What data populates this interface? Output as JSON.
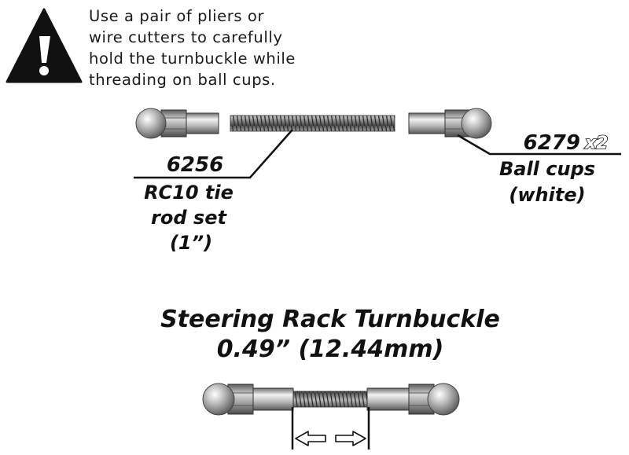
{
  "warning": {
    "icon": "warning-triangle-icon",
    "lines": [
      "Use a pair of pliers or",
      "wire cutters to carefully",
      "hold the turnbuckle while",
      "threading on ball cups."
    ]
  },
  "parts": {
    "tie_rod": {
      "number": "6256",
      "name_lines": [
        "RC10 tie",
        "rod set",
        "(1”)"
      ]
    },
    "ball_cups": {
      "number": "6279",
      "quantity": "x2",
      "name_lines": [
        "Ball cups",
        "(white)"
      ]
    }
  },
  "assembly": {
    "title_lines": [
      "Steering Rack Turnbuckle",
      "0.49” (12.44mm)"
    ]
  }
}
